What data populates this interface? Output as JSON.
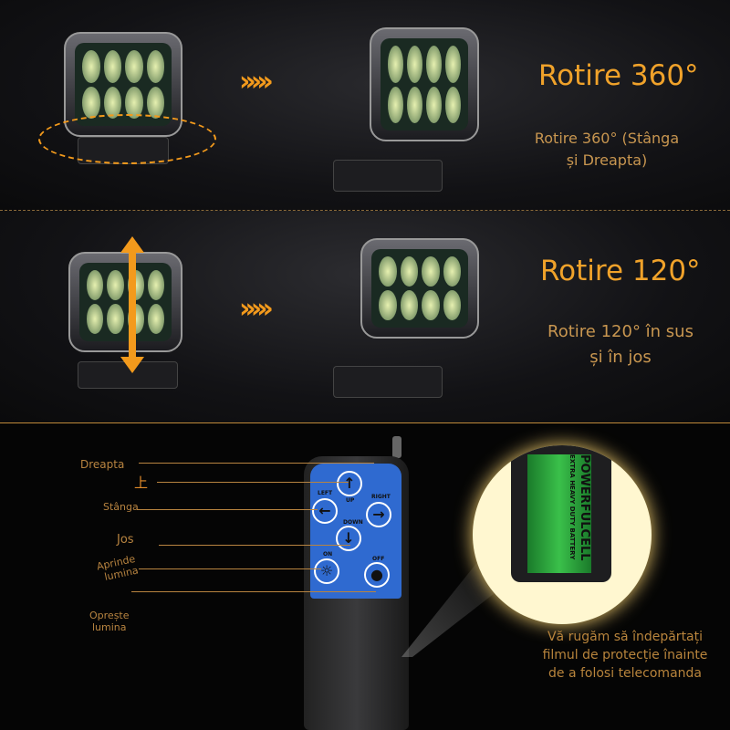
{
  "section_rotate360": {
    "title": "Rotire 360°",
    "line1": "Rotire 360° (Stânga",
    "line2": "și Dreapta)",
    "arrows": "›››››"
  },
  "section_rotate120": {
    "title": "Rotire 120°",
    "line1": "Rotire 120° în sus",
    "line2": "și în jos",
    "arrows": "›››››"
  },
  "remote": {
    "labels": {
      "right": "Dreapta",
      "up": "上",
      "left": "Stânga",
      "down": "Jos",
      "on_1": "Aprinde",
      "on_2": "lumina",
      "off_1": "Oprește",
      "off_2": "lumina"
    },
    "buttons": {
      "up": "UP",
      "down": "DOWN",
      "left": "LEFT",
      "right": "RIGHT",
      "on": "ON",
      "off": "OFF"
    }
  },
  "battery": {
    "brand": "POWERFULCELL",
    "note": "EXTRA HEAVY DUTY BATTERY"
  },
  "notice": {
    "line1": "Vă rugăm să îndepărtați",
    "line2": "filmul de protecție înainte",
    "line3": "de a folosi telecomanda"
  },
  "colors": {
    "accent": "#f0a22a",
    "remote_panel": "#2f6ad0"
  }
}
